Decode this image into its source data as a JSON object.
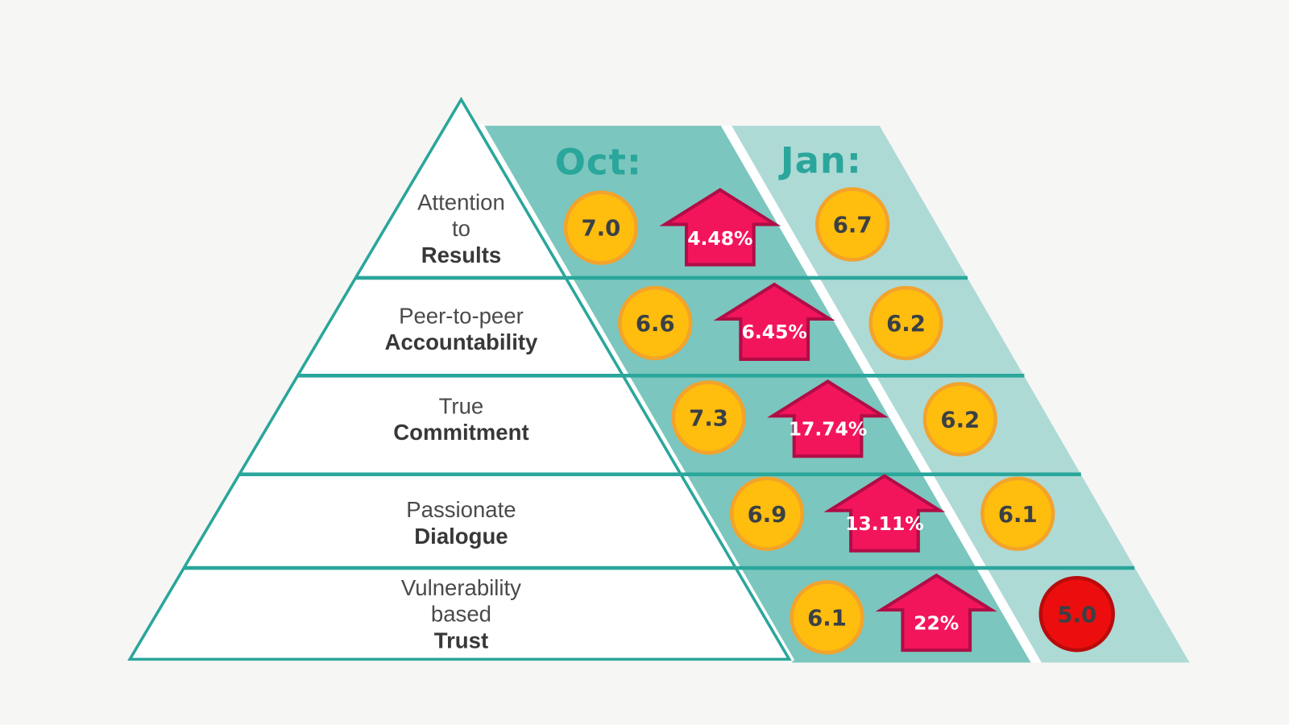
{
  "diagram": {
    "type": "team-pyramid-comparison",
    "columns": {
      "left_header": "Oct:",
      "right_header": "Jan:"
    },
    "arrow_direction": "up",
    "levels": [
      {
        "label_line1": "Attention",
        "label_line2": "to",
        "label_emphasis": "Results",
        "oct_score": "7.0",
        "change": "4.48%",
        "jan_score": "6.7",
        "jan_highlight": "normal"
      },
      {
        "label_line1": "Peer-to-peer",
        "label_emphasis": "Accountability",
        "oct_score": "6.6",
        "change": "6.45%",
        "jan_score": "6.2",
        "jan_highlight": "normal"
      },
      {
        "label_line1": "True",
        "label_emphasis": "Commitment",
        "oct_score": "7.3",
        "change": "17.74%",
        "jan_score": "6.2",
        "jan_highlight": "normal"
      },
      {
        "label_line1": "Passionate",
        "label_emphasis": "Dialogue",
        "oct_score": "6.9",
        "change": "13.11%",
        "jan_score": "6.1",
        "jan_highlight": "normal"
      },
      {
        "label_line1": "Vulnerability",
        "label_line2": "based",
        "label_emphasis": "Trust",
        "oct_score": "6.1",
        "change": "22%",
        "jan_score": "5.0",
        "jan_highlight": "alert"
      }
    ],
    "colors": {
      "background": "#F6F6F4",
      "band_oct": "#7BC6BE",
      "band_jan": "#AEDAD6",
      "band_gap": "#FFFFFF",
      "pyramid_fill": "#FFFFFF",
      "teal_line": "#2AA69B",
      "header_text": "#2AA69B",
      "score_circle": "#FFBD0E",
      "score_circle_border": "#F2A32C",
      "alert_circle": "#EC0E0E",
      "alert_circle_border": "#B90B0B",
      "arrow_fill": "#F3155C",
      "arrow_border": "#B00D46",
      "label_text": "#4A4A4A",
      "label_bold_text": "#383838",
      "score_text": "#3A4045",
      "change_text": "#FFFFFF"
    }
  }
}
